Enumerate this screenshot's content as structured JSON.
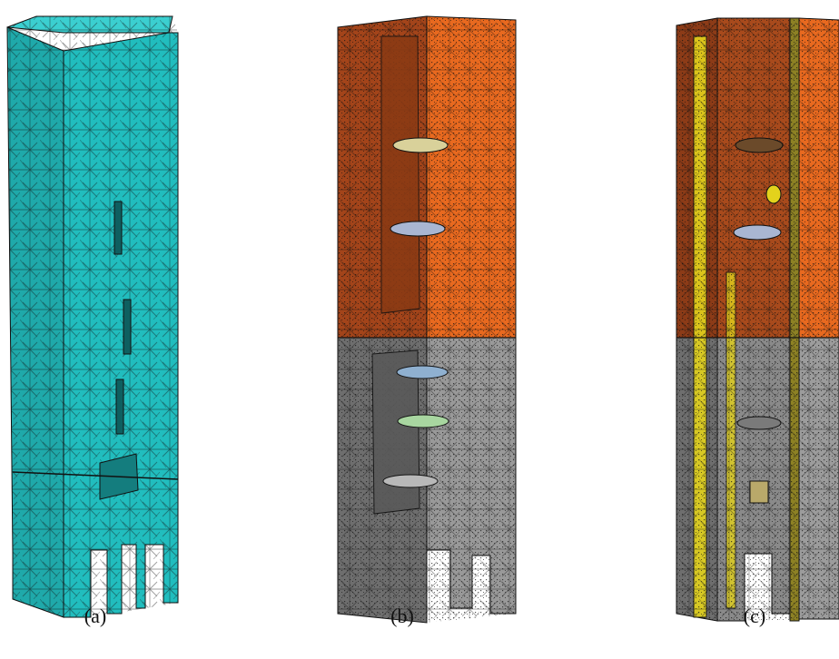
{
  "panels": [
    {
      "caption": "(a)",
      "colors": {
        "front": "#21BDBE",
        "side": "#1FA9AA",
        "top": "#3BCFD0"
      }
    },
    {
      "caption": "(b)",
      "colors": {
        "upper_front": "#E8691F",
        "upper_side": "#A3441A",
        "lower_front": "#7A7A7A",
        "lower_side": "#9A9A9A",
        "plate_1": "#D9D19A",
        "plate_2": "#A9B6D2",
        "plate_3": "#8FB0D0",
        "plate_4": "#A8D6A0"
      }
    },
    {
      "caption": "(c)",
      "colors": {
        "upper_front": "#E8691F",
        "upper_side": "#8C3B17",
        "lower": "#8A8A8A",
        "yellow": "#E3D21C",
        "olive": "#8D8124"
      }
    }
  ],
  "mesh_color": "#111111"
}
